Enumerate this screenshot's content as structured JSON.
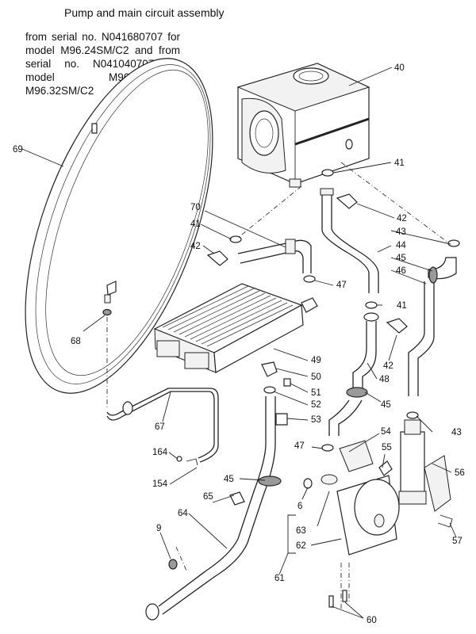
{
  "header": {
    "title": "Pump and main circuit assembly",
    "subtitle": "from serial no. N041680707 for model M96.24SM/C2 and from serial no. N041040707 for model M96.28SM/C2, M96.32SM/C2"
  },
  "parts": {
    "p40": "40",
    "p41a": "41",
    "p42a": "42",
    "p43a": "43",
    "p44": "44",
    "p45a": "45",
    "p46": "46",
    "p70": "70",
    "p41b": "41",
    "p42b": "42",
    "p47a": "47",
    "p41c": "41",
    "p69": "69",
    "p68": "68",
    "p49": "49",
    "p50": "50",
    "p51": "51",
    "p52": "52",
    "p53": "53",
    "p42c": "42",
    "p48": "48",
    "p45b": "45",
    "p43b": "43",
    "p54": "54",
    "p47b": "47",
    "p55": "55",
    "p56": "56",
    "p67": "67",
    "p164": "164",
    "p154": "154",
    "p45c": "45",
    "p6": "6",
    "p65": "65",
    "p64": "64",
    "p9": "9",
    "p63": "63",
    "p62": "62",
    "p57": "57",
    "p61": "61",
    "p60": "60"
  }
}
